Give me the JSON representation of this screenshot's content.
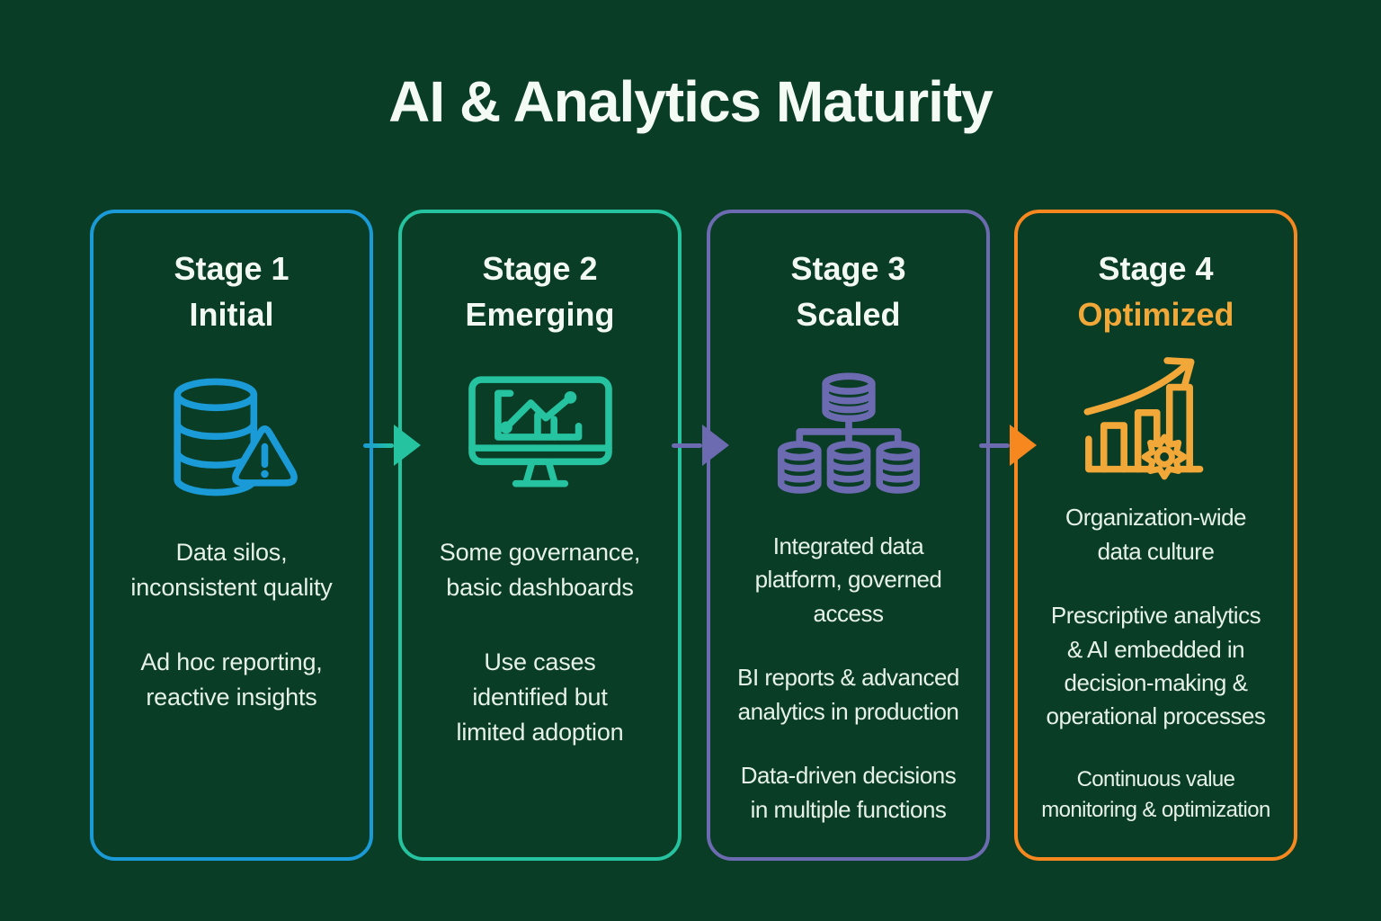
{
  "title": "AI & Analytics Maturity",
  "palette": {
    "background": "#0A3D26",
    "stage1_blue": "#1A9BD7",
    "stage2_teal": "#25C3A0",
    "stage3_purple": "#6C6BB1",
    "stage4_orange": "#F6881F",
    "stage4_gold": "#F1A838",
    "heading_text": "#F2F8F2",
    "body_text": "#E6F1E8"
  },
  "stages": [
    {
      "label": "Stage 1",
      "name": "Initial",
      "icon": "database-warning-icon",
      "accent": "#1A9BD7",
      "points": [
        "Data silos,\ninconsistent quality",
        "Ad hoc reporting,\nreactive insights"
      ]
    },
    {
      "label": "Stage 2",
      "name": "Emerging",
      "icon": "dashboard-monitor-icon",
      "accent": "#25C3A0",
      "points": [
        "Some governance,\nbasic dashboards",
        "Use cases\nidentified but\nlimited adoption"
      ]
    },
    {
      "label": "Stage 3",
      "name": "Scaled",
      "icon": "data-network-icon",
      "accent": "#6C6BB1",
      "points": [
        "Integrated data\nplatform, governed\naccess",
        "BI reports & advanced\nanalytics in production",
        "Data-driven decisions\nin multiple functions"
      ]
    },
    {
      "label": "Stage 4",
      "name": "Optimized",
      "icon": "growth-chart-gear-icon",
      "accent": "#F6881F",
      "name_color": "#F1A838",
      "points": [
        "Organization-wide\ndata culture",
        "Prescriptive analytics\n& AI embedded in\ndecision-making &\noperational processes",
        "Continuous value\nmonitoring & optimization"
      ]
    }
  ],
  "connectors": [
    {
      "from": "Stage 1",
      "to": "Stage 2",
      "line_color": "#1A9BD7",
      "head_color": "#25C3A0"
    },
    {
      "from": "Stage 2",
      "to": "Stage 3",
      "line_color": "#6C6BB1",
      "head_color": "#6C6BB1"
    },
    {
      "from": "Stage 3",
      "to": "Stage 4",
      "line_color": "#6C6BB1",
      "head_color": "#F6881F"
    }
  ]
}
